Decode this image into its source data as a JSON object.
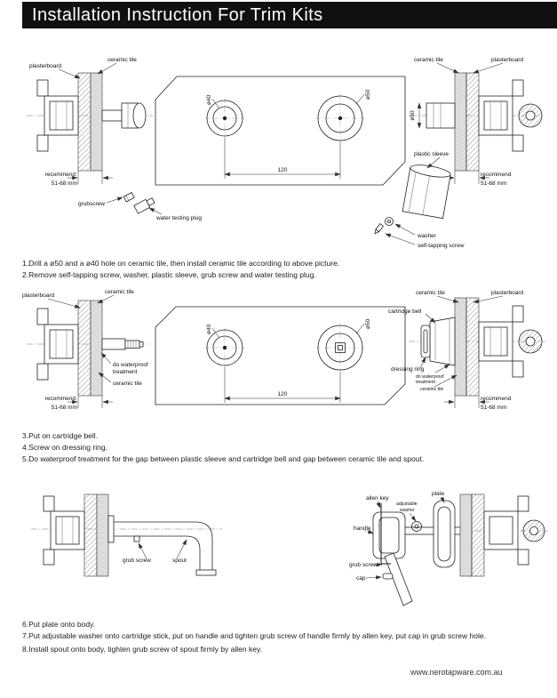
{
  "header": {
    "title": "Installation Instruction For Trim Kits"
  },
  "steps": {
    "s1": "1.Drill a ø50 and a ø40 hole on ceramic tile, then install ceramic tile according to above picture.",
    "s2": "2.Remove self-tapping screw, washer, plastic sleeve, grub screw and water testing plug.",
    "s3": "3.Put on cartridge bell.",
    "s4": "4.Screw on dressing ring.",
    "s5": "5.Do waterproof treatment for the gap between plastic sleeve and cartridge bell and gap between ceramic tile and spout.",
    "s6": "6.Put plate onto body.",
    "s7": "7.Put adjustable washer onto cartridge stick, put on handle and tighten grub screw of handle firmly by allen key, put cap in grub screw hole.",
    "s8": "8.Install spout onto body, tighten grub screw of spout firmly by allen key."
  },
  "labels": {
    "plasterboard": "plasterboard",
    "ceramic_tile": "ceramic tile",
    "recommend": "recommend",
    "range_mm": "51-68 mm",
    "grubscrew": "grubscrew",
    "grub_screw": "grub screw",
    "water_testing_plug": "water testing plug",
    "plastic_sleeve": "plastic sleeve",
    "washer": "washer",
    "self_tapping_screw": "self-tapping screw",
    "cartridge_bell": "cartridge bell",
    "dressing_ring": "dressing ring",
    "do_waterproof": "do waterproof",
    "treatment": "treatment",
    "spout": "spout",
    "allen_key": "allen key",
    "adjustable": "adjustable",
    "plate": "plate",
    "handle": "handle",
    "cap": "cap",
    "dia40": "ø40",
    "dia50": "ø50",
    "dim120": "120"
  },
  "footer": {
    "website": "www.nerotapware.com.au"
  },
  "colors": {
    "header_bg": "#101010",
    "header_text": "#ffffff",
    "ink": "#222222"
  }
}
